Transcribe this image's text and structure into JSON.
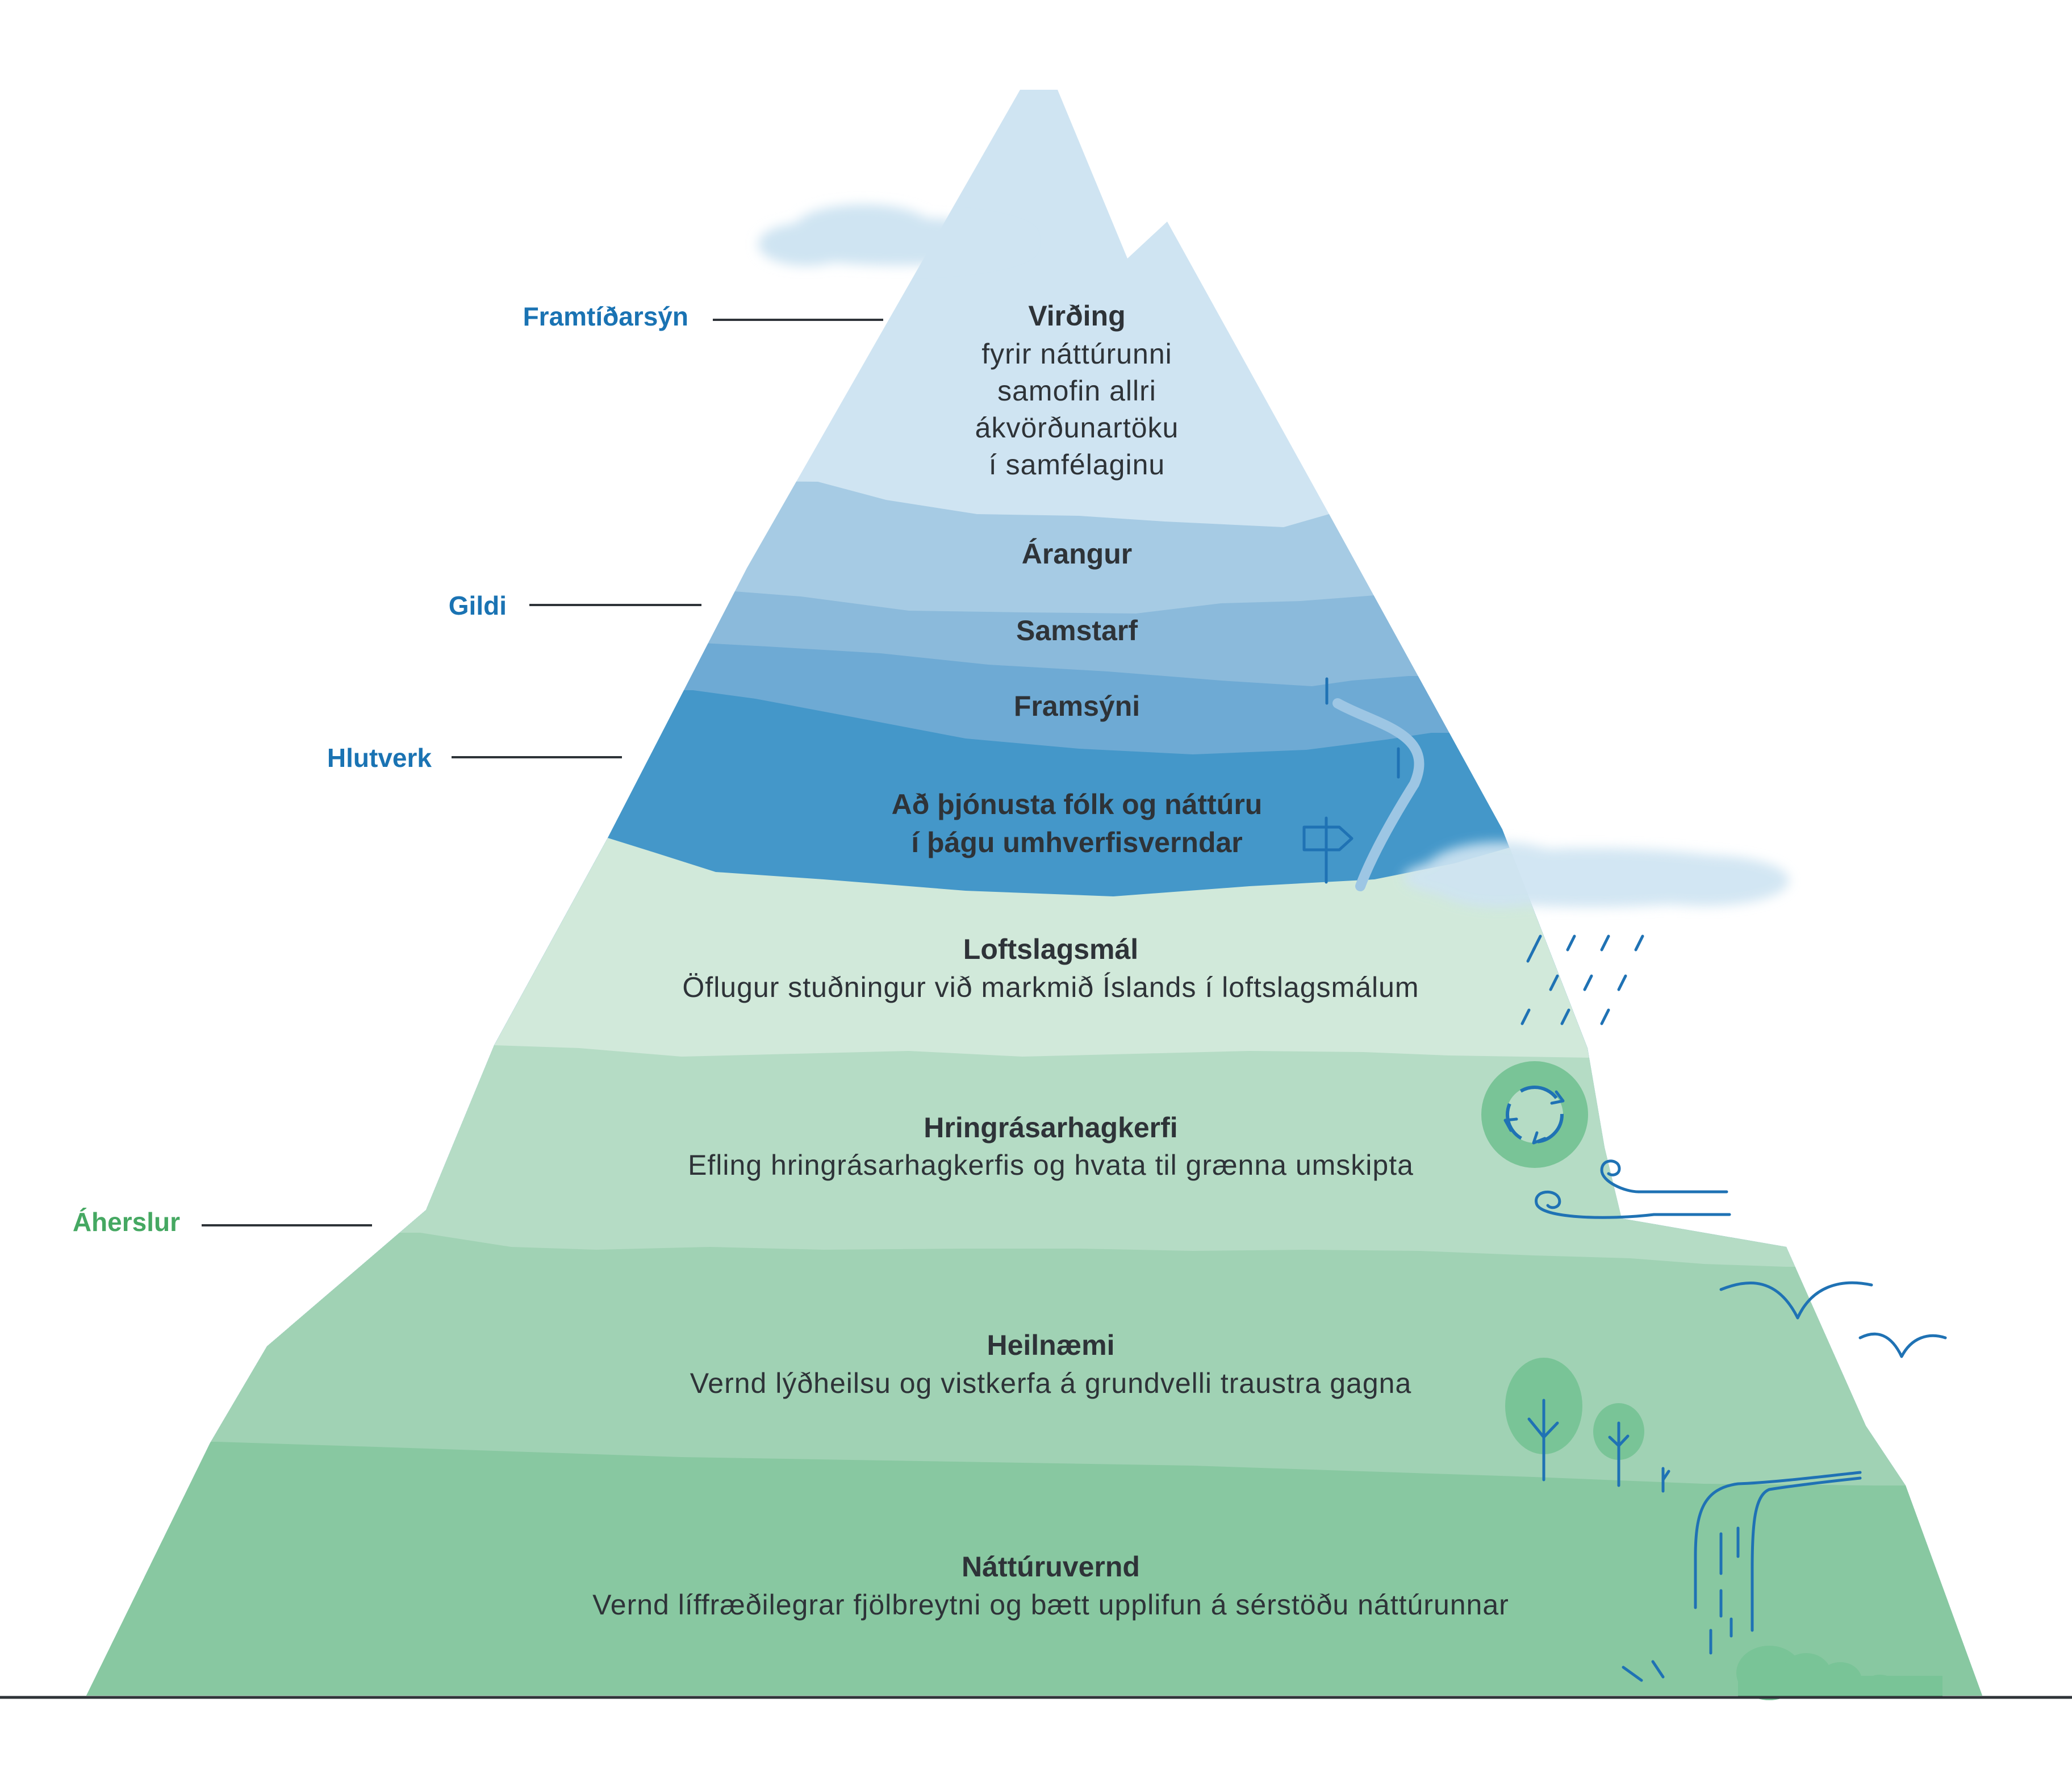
{
  "side_labels": {
    "vision": "Framtíðarsýn",
    "values": "Gildi",
    "role": "Hlutverk",
    "focus": "Áherslur"
  },
  "layers": {
    "virding": {
      "title": "Virðing",
      "lines": [
        "fyrir náttúrunni",
        "samofin allri",
        "ákvörðunartöku",
        "í samfélaginu"
      ]
    },
    "arangur": {
      "title": "Árangur"
    },
    "samstarf": {
      "title": "Samstarf"
    },
    "framsyni": {
      "title": "Framsýni"
    },
    "hlutverk": {
      "lines": [
        "Að þjónusta fólk og náttúru",
        "í þágu umhverfisverndar"
      ]
    },
    "loftslag": {
      "title": "Loftslagsmál",
      "text": "Öflugur stuðningur við markmið Íslands í loftslagsmálum"
    },
    "hringras": {
      "title": "Hringrásarhagkerfi",
      "text": "Efling hringrásarhagkerfis og hvata til grænna umskipta"
    },
    "heilnaemi": {
      "title": "Heilnæmi",
      "text": "Vernd lýðheilsu og vistkerfa á grundvelli traustra gagna"
    },
    "natturuvernd": {
      "title": "Náttúruvernd",
      "text": "Vernd líffræðilegrar fjölbreytni og bætt upplifun á sérstöðu náttúrunnar"
    }
  },
  "colors": {
    "sky_peak": "#cfe4f2",
    "blue_1": "#a6cbe4",
    "blue_2": "#8bbadb",
    "blue_3": "#6eaad4",
    "blue_4": "#4497c9",
    "green_1": "#d1e9da",
    "green_2": "#b5dcc5",
    "green_3": "#a0d2b4",
    "green_4": "#88c8a1",
    "label_blue": "#1a73b3",
    "label_green": "#45a862",
    "icon_blue": "#1f72b4"
  }
}
